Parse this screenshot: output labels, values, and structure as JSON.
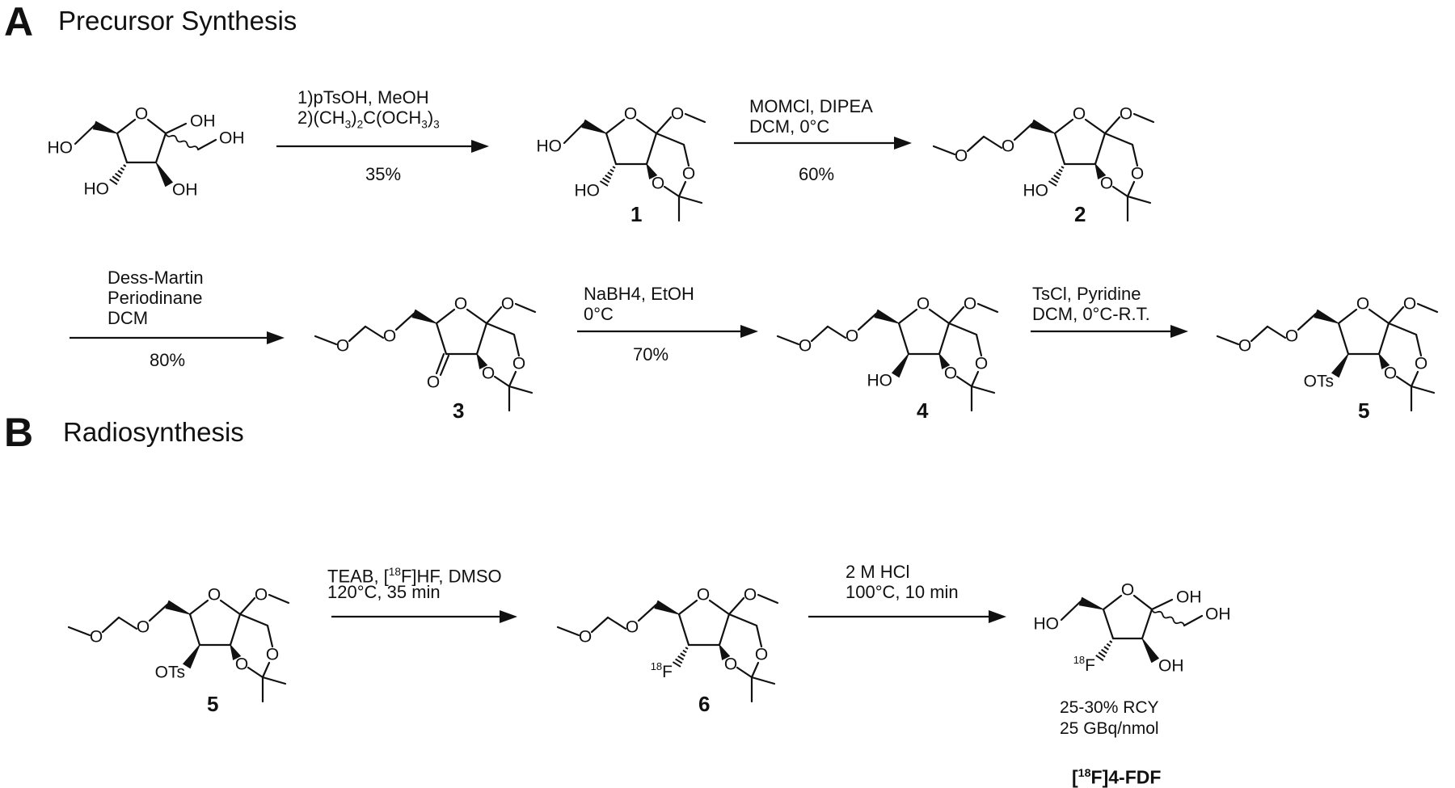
{
  "sections": [
    {
      "letter": "A",
      "title": "Precursor Synthesis"
    },
    {
      "letter": "B",
      "title": "Radiosynthesis"
    }
  ],
  "steps": [
    {
      "id": "s1",
      "conditions": [
        "1)pTsOH, MeOH",
        "2)(CH3)2C(OCH3)3"
      ],
      "yield": "35%"
    },
    {
      "id": "s2",
      "conditions": [
        "MOMCl, DIPEA",
        "DCM, 0°C"
      ],
      "yield": "60%"
    },
    {
      "id": "s3",
      "conditions": [
        "Dess-Martin",
        "Periodinane",
        "DCM"
      ],
      "yield": "80%"
    },
    {
      "id": "s4",
      "conditions": [
        "NaBH4, EtOH",
        "0°C"
      ],
      "yield": "70%"
    },
    {
      "id": "s5",
      "conditions": [
        "TsCl, Pyridine",
        "DCM, 0°C-R.T."
      ],
      "yield": ""
    },
    {
      "id": "s6",
      "conditions": [
        "TEAB, [18F]HF, DMSO",
        "120°C, 35 min"
      ],
      "yield": ""
    },
    {
      "id": "s7",
      "conditions": [
        "2 M HCl",
        "100°C, 10 min"
      ],
      "yield": ""
    }
  ],
  "compounds": [
    "1",
    "2",
    "3",
    "4",
    "5",
    "5",
    "6"
  ],
  "atom_labels": {
    "hydroxyl": "HO",
    "hydroxyl_right": "OH",
    "oxygen": "O",
    "tosylate": "OTs",
    "fluorine_mass": "18",
    "fluorine": "F"
  },
  "product": {
    "rcy": "25-30% RCY",
    "molar_activity": "25 GBq/nmol",
    "name": "[18F]4-FDF"
  }
}
